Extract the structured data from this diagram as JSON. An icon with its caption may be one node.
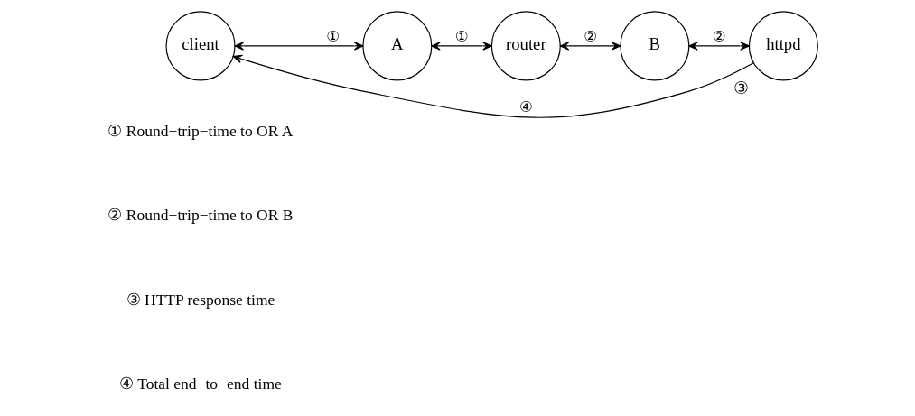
{
  "diagram": {
    "nodes": [
      {
        "text": [
          "client"
        ]
      },
      {
        "text": [
          "A"
        ]
      },
      {
        "text": [
          "router"
        ]
      },
      {
        "text": [
          "B"
        ]
      },
      {
        "text": [
          "httpd"
        ],
        "beside": [
          "③"
        ]
      }
    ],
    "edges": [
      {
        "from": 0,
        "to": 1,
        "arrow": "both",
        "label": "①"
      },
      {
        "from": 1,
        "to": 2,
        "arrow": "both",
        "label": "①"
      },
      {
        "from": 2,
        "to": 3,
        "arrow": "both",
        "label": "②"
      },
      {
        "from": 3,
        "to": 4,
        "arrow": "both",
        "label": "②"
      },
      {
        "from": 4,
        "to": 0,
        "arrow": "to",
        "label": "④"
      }
    ],
    "labels": [
      "① Round−trip−time to OR A",
      "② Round−trip−time to OR B",
      "③ HTTP response time",
      "④ Total end−to−end time"
    ]
  }
}
